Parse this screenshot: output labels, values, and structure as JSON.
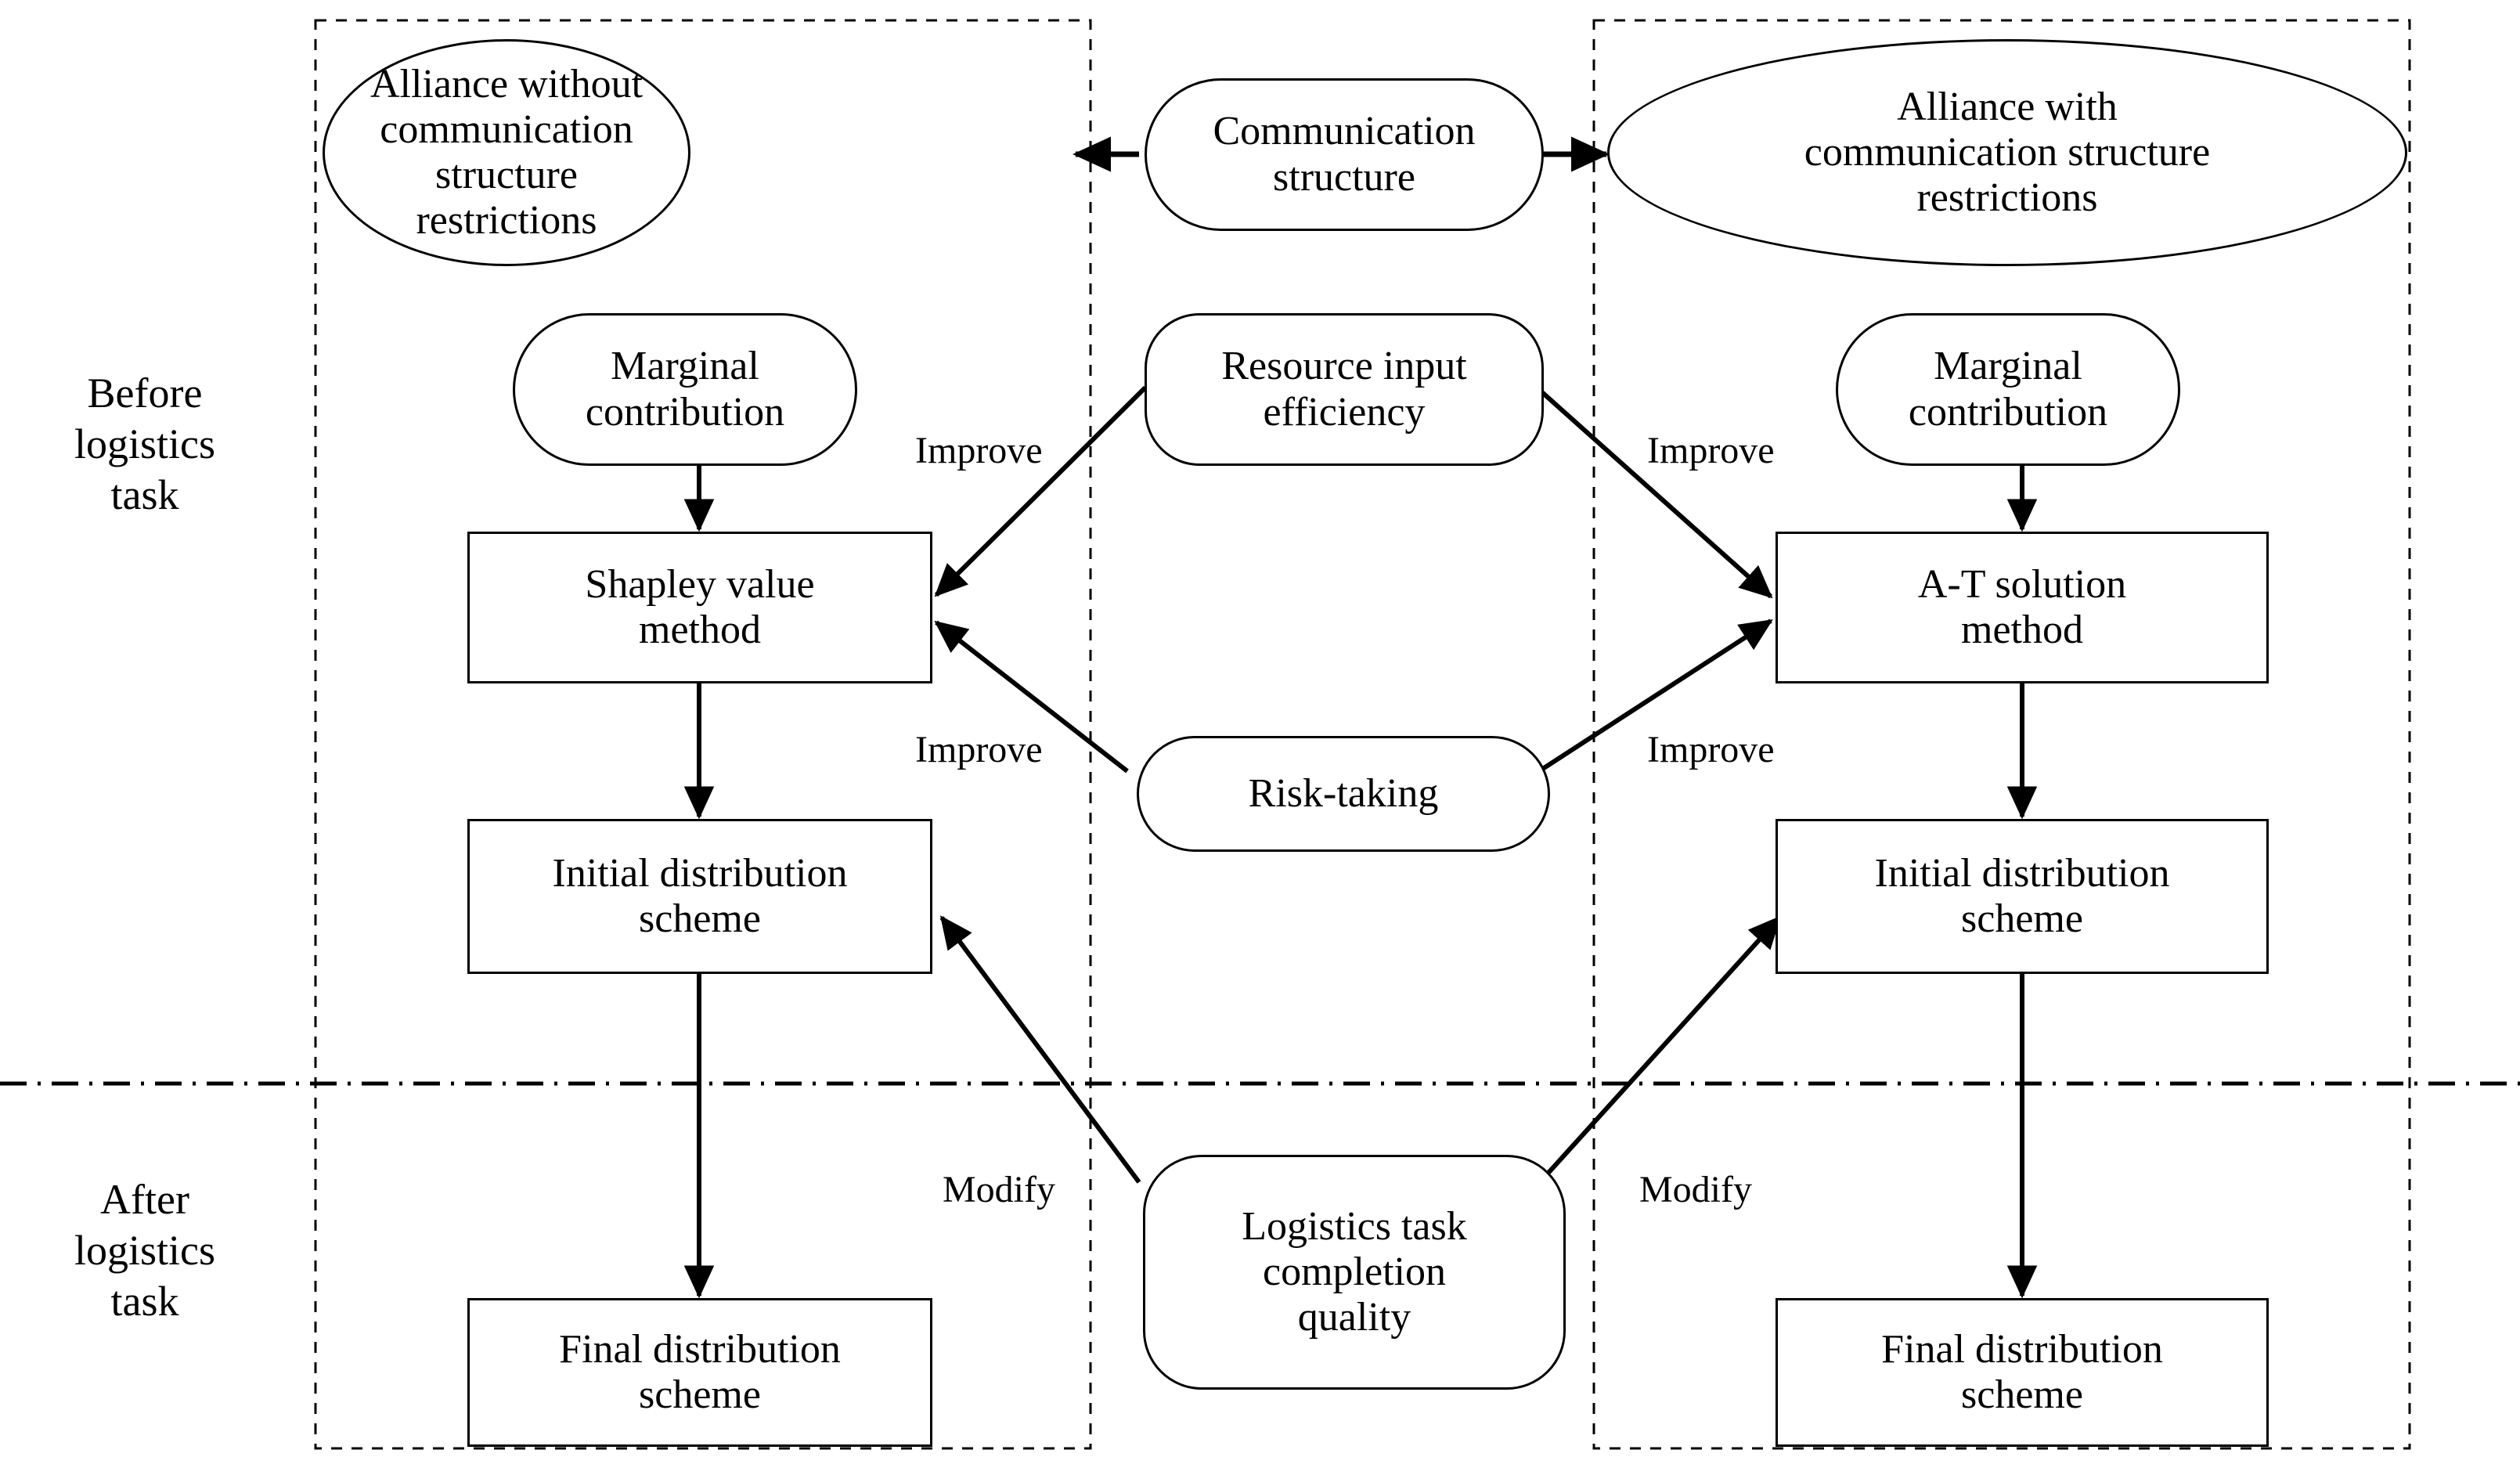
{
  "diagram": {
    "title_present": false,
    "colors": {
      "stroke": "#000000",
      "background": "#ffffff",
      "dashed_guide": "#000000"
    },
    "side_labels": [
      {
        "id": "before",
        "text": "Before\nlogistics\ntask"
      },
      {
        "id": "after",
        "text": "After\nlogistics\ntask"
      }
    ],
    "groups": [
      {
        "id": "left-group",
        "style": "dashed-rect"
      },
      {
        "id": "right-group",
        "style": "dashed-rect"
      }
    ],
    "divider": {
      "id": "phase-divider",
      "style": "dash-dot-horizontal"
    },
    "nodes": [
      {
        "id": "alliance-without",
        "shape": "ellipse",
        "text": "Alliance without\ncommunication structure\nrestrictions"
      },
      {
        "id": "communication-structure",
        "shape": "stadium",
        "text": "Communication\nstructure"
      },
      {
        "id": "alliance-with",
        "shape": "ellipse",
        "text": "Alliance with\ncommunication structure\nrestrictions"
      },
      {
        "id": "marginal-contribution-left",
        "shape": "stadium",
        "text": "Marginal\ncontribution"
      },
      {
        "id": "resource-input-efficiency",
        "shape": "stadium",
        "text": "Resource input\nefficiency"
      },
      {
        "id": "marginal-contribution-right",
        "shape": "stadium",
        "text": "Marginal\ncontribution"
      },
      {
        "id": "shapley-value-method",
        "shape": "rect",
        "text": "Shapley value\nmethod"
      },
      {
        "id": "at-solution-method",
        "shape": "rect",
        "text": "A-T solution\nmethod"
      },
      {
        "id": "risk-taking",
        "shape": "stadium",
        "text": "Risk-taking"
      },
      {
        "id": "initial-distribution-left",
        "shape": "rect",
        "text": "Initial distribution\nscheme"
      },
      {
        "id": "initial-distribution-right",
        "shape": "rect",
        "text": "Initial distribution\nscheme"
      },
      {
        "id": "logistics-task-completion-quality",
        "shape": "stadium",
        "text": "Logistics task\ncompletion\nquality"
      },
      {
        "id": "final-distribution-left",
        "shape": "rect",
        "text": "Final distribution\nscheme"
      },
      {
        "id": "final-distribution-right",
        "shape": "rect",
        "text": "Final distribution\nscheme"
      }
    ],
    "edge_labels": [
      {
        "id": "improve-rie-left",
        "text": "Improve"
      },
      {
        "id": "improve-rie-right",
        "text": "Improve"
      },
      {
        "id": "improve-risk-left",
        "text": "Improve"
      },
      {
        "id": "improve-risk-right",
        "text": "Improve"
      },
      {
        "id": "modify-left",
        "text": "Modify"
      },
      {
        "id": "modify-right",
        "text": "Modify"
      }
    ],
    "edges": [
      {
        "from": "communication-structure",
        "to": "alliance-without",
        "label": ""
      },
      {
        "from": "communication-structure",
        "to": "alliance-with",
        "label": ""
      },
      {
        "from": "marginal-contribution-left",
        "to": "shapley-value-method",
        "label": ""
      },
      {
        "from": "marginal-contribution-right",
        "to": "at-solution-method",
        "label": ""
      },
      {
        "from": "resource-input-efficiency",
        "to": "shapley-value-method",
        "label": "Improve"
      },
      {
        "from": "resource-input-efficiency",
        "to": "at-solution-method",
        "label": "Improve"
      },
      {
        "from": "risk-taking",
        "to": "shapley-value-method",
        "label": "Improve"
      },
      {
        "from": "risk-taking",
        "to": "at-solution-method",
        "label": "Improve"
      },
      {
        "from": "shapley-value-method",
        "to": "initial-distribution-left",
        "label": ""
      },
      {
        "from": "at-solution-method",
        "to": "initial-distribution-right",
        "label": ""
      },
      {
        "from": "initial-distribution-left",
        "to": "final-distribution-left",
        "label": ""
      },
      {
        "from": "initial-distribution-right",
        "to": "final-distribution-right",
        "label": ""
      },
      {
        "from": "logistics-task-completion-quality",
        "to": "initial-distribution-left",
        "label": "Modify"
      },
      {
        "from": "logistics-task-completion-quality",
        "to": "initial-distribution-right",
        "label": "Modify"
      }
    ]
  }
}
